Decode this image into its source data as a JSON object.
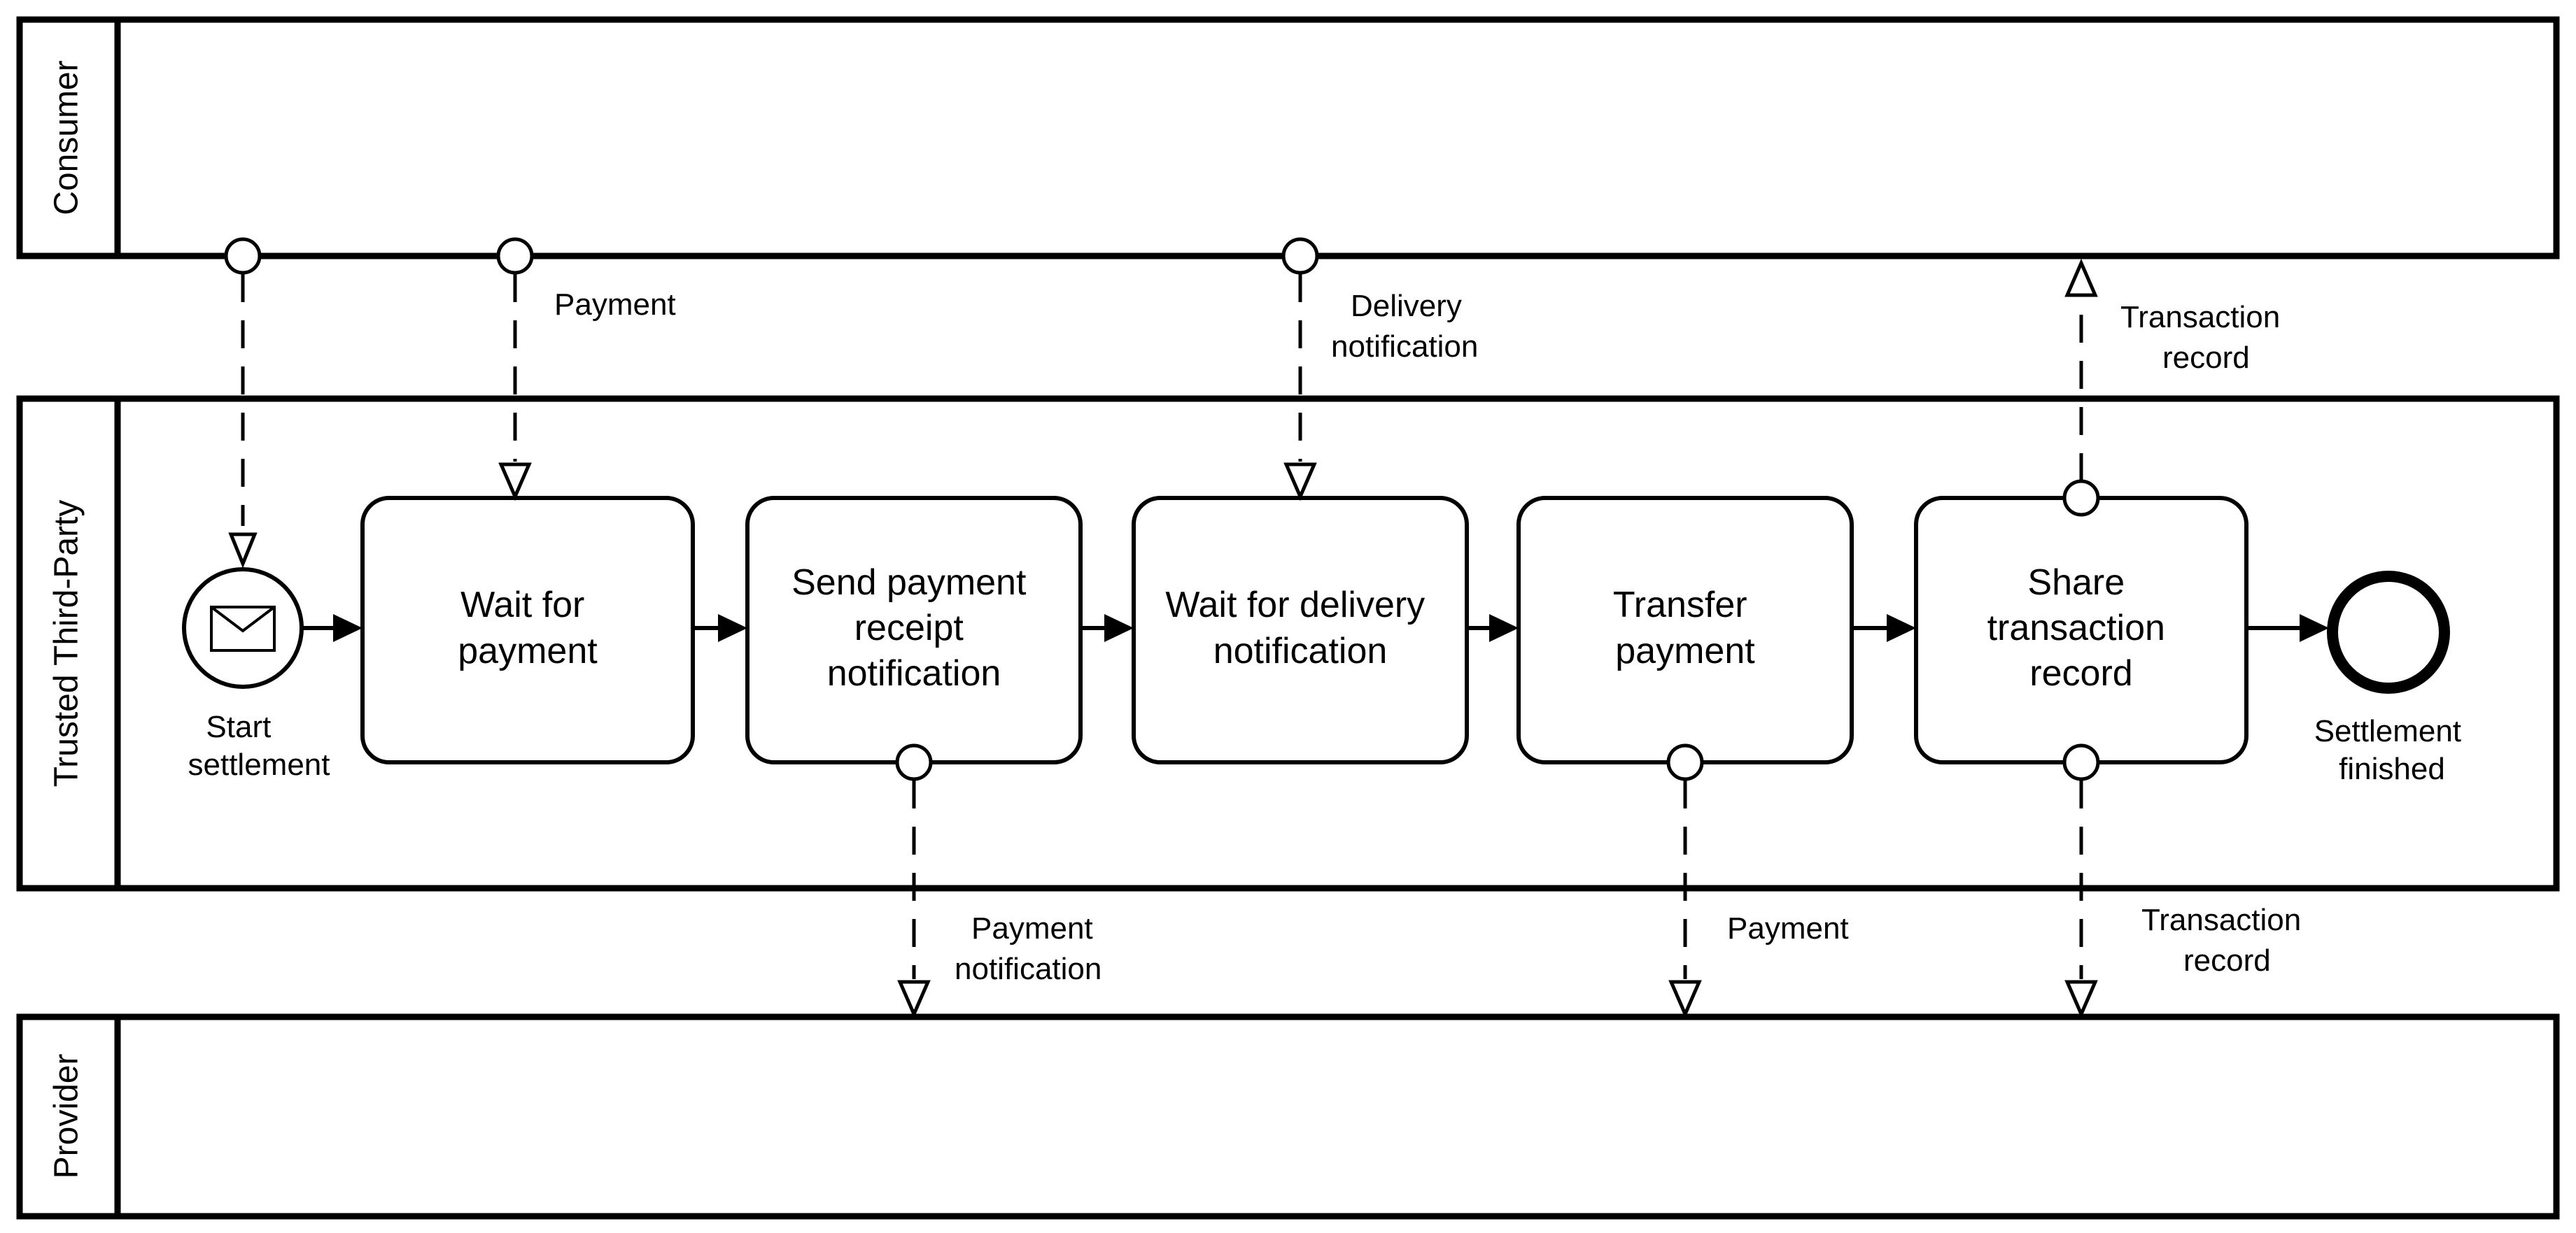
{
  "pools": {
    "consumer": {
      "label": "Consumer"
    },
    "trusted": {
      "label": "Trusted Third-Party"
    },
    "provider": {
      "label": "Provider"
    }
  },
  "events": {
    "start": {
      "label": [
        "Start",
        "settlement"
      ],
      "icon": "envelope-icon"
    },
    "end": {
      "label": [
        "Settlement",
        "finished"
      ]
    }
  },
  "tasks": [
    {
      "id": "wait-payment",
      "lines": [
        "Wait for",
        "payment"
      ]
    },
    {
      "id": "send-receipt",
      "lines": [
        "Send payment",
        "receipt",
        "notification"
      ]
    },
    {
      "id": "wait-delivery",
      "lines": [
        "Wait for delivery",
        "notification"
      ]
    },
    {
      "id": "transfer-payment",
      "lines": [
        "Transfer",
        "payment"
      ]
    },
    {
      "id": "share-record",
      "lines": [
        "Share",
        "transaction",
        "record"
      ]
    }
  ],
  "message_labels": {
    "payment_in": [
      "Payment"
    ],
    "delivery_in": [
      "Delivery",
      "notification"
    ],
    "record_out_consumer": [
      "Transaction",
      "record"
    ],
    "payment_notification_out": [
      "Payment",
      "notification"
    ],
    "payment_out": [
      "Payment"
    ],
    "record_out_provider": [
      "Transaction",
      "record"
    ]
  }
}
